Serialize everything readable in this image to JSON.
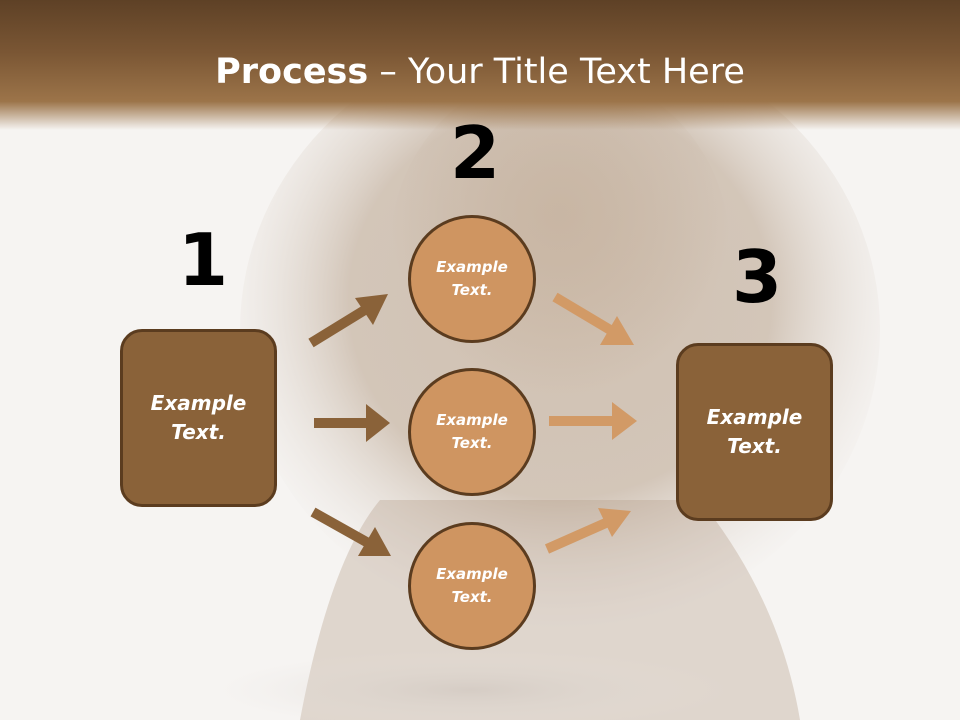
{
  "slide": {
    "title_bold": "Process",
    "title_rest": " – Your Title Text Here",
    "steps": [
      {
        "number": "1",
        "text_line1": "Example",
        "text_line2": "Text."
      },
      {
        "number": "2"
      },
      {
        "number": "3",
        "text_line1": "Example",
        "text_line2": "Text."
      }
    ],
    "circles": [
      {
        "text_line1": "Example",
        "text_line2": "Text."
      },
      {
        "text_line1": "Example",
        "text_line2": "Text."
      },
      {
        "text_line1": "Example",
        "text_line2": "Text."
      }
    ]
  },
  "colors": {
    "box_fill": "#8a6239",
    "circle_fill": "#cf9561",
    "border": "#5b3c1f",
    "arrow_dark": "#8a6239",
    "arrow_light": "#d29a66",
    "title_band": "#7a5634"
  }
}
